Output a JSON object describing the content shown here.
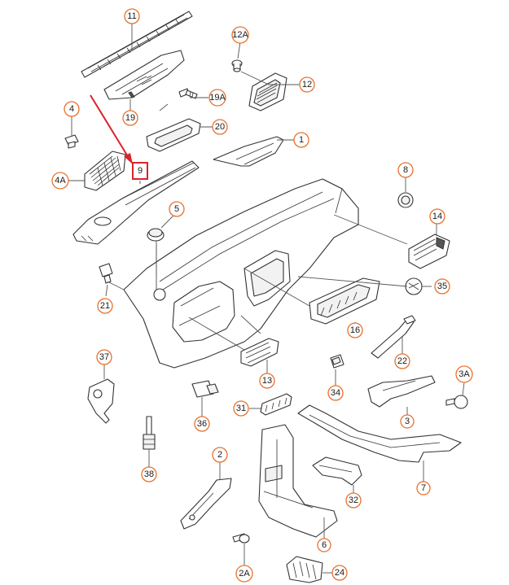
{
  "colors": {
    "callout_ring": "#e8712b",
    "highlight": "#d9242a",
    "line": "#333333"
  },
  "callouts": {
    "c11": "11",
    "c12a": "12A",
    "c12": "12",
    "c19a": "19A",
    "c19": "19",
    "c20": "20",
    "c4": "4",
    "c1": "1",
    "c4a": "4A",
    "c9": "9",
    "c8": "8",
    "c5": "5",
    "c14": "14",
    "c21": "21",
    "c35": "35",
    "c16": "16",
    "c22": "22",
    "c37": "37",
    "c13": "13",
    "c34": "34",
    "c3a": "3A",
    "c36": "36",
    "c31": "31",
    "c3": "3",
    "c38": "38",
    "c2": "2",
    "c7": "7",
    "c32": "32",
    "c6": "6",
    "c2a": "2A",
    "c24": "24"
  }
}
